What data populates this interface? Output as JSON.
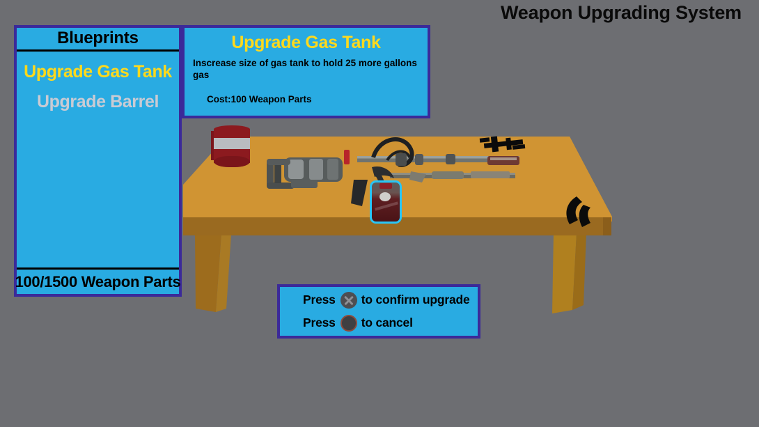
{
  "header": {
    "title": "Weapon Upgrading System"
  },
  "blueprints_panel": {
    "header": "Blueprints",
    "items": [
      {
        "label": "Upgrade Gas Tank",
        "state": "selected"
      },
      {
        "label": "Upgrade Barrel",
        "state": "unselected"
      }
    ],
    "footer": {
      "weapon_parts": "100/1500 Weapon Parts",
      "current": 100,
      "max": 1500
    }
  },
  "detail_panel": {
    "title": "Upgrade Gas Tank",
    "description": "Inscrease size of gas tank to hold 25 more gallons gas",
    "cost": "Cost:100 Weapon Parts"
  },
  "prompt_box": {
    "lines": [
      {
        "pre": "Press",
        "button": "cross-button",
        "post": "to confirm upgrade"
      },
      {
        "pre": "Press",
        "button": "circle-button",
        "post": "to cancel"
      }
    ]
  },
  "workbench": {
    "items": [
      {
        "name": "striped-barrel-canister"
      },
      {
        "name": "flamethrower-weapon"
      },
      {
        "name": "selected-gas-tank-item"
      },
      {
        "name": "rifle-scope-silhouette"
      },
      {
        "name": "wrench-tool-silhouette"
      }
    ]
  },
  "colors": {
    "background": "#6d6e72",
    "panel_fill": "#29abe2",
    "panel_border": "#3b2a99",
    "accent_selected": "#ffd91c",
    "accent_unselected": "#c9cbd4",
    "highlight_outline": "#29c5f6",
    "table_top": "#cf9433",
    "table_edge": "#9a6a20",
    "table_leg": "#a9761f",
    "text_dark": "#000000"
  }
}
